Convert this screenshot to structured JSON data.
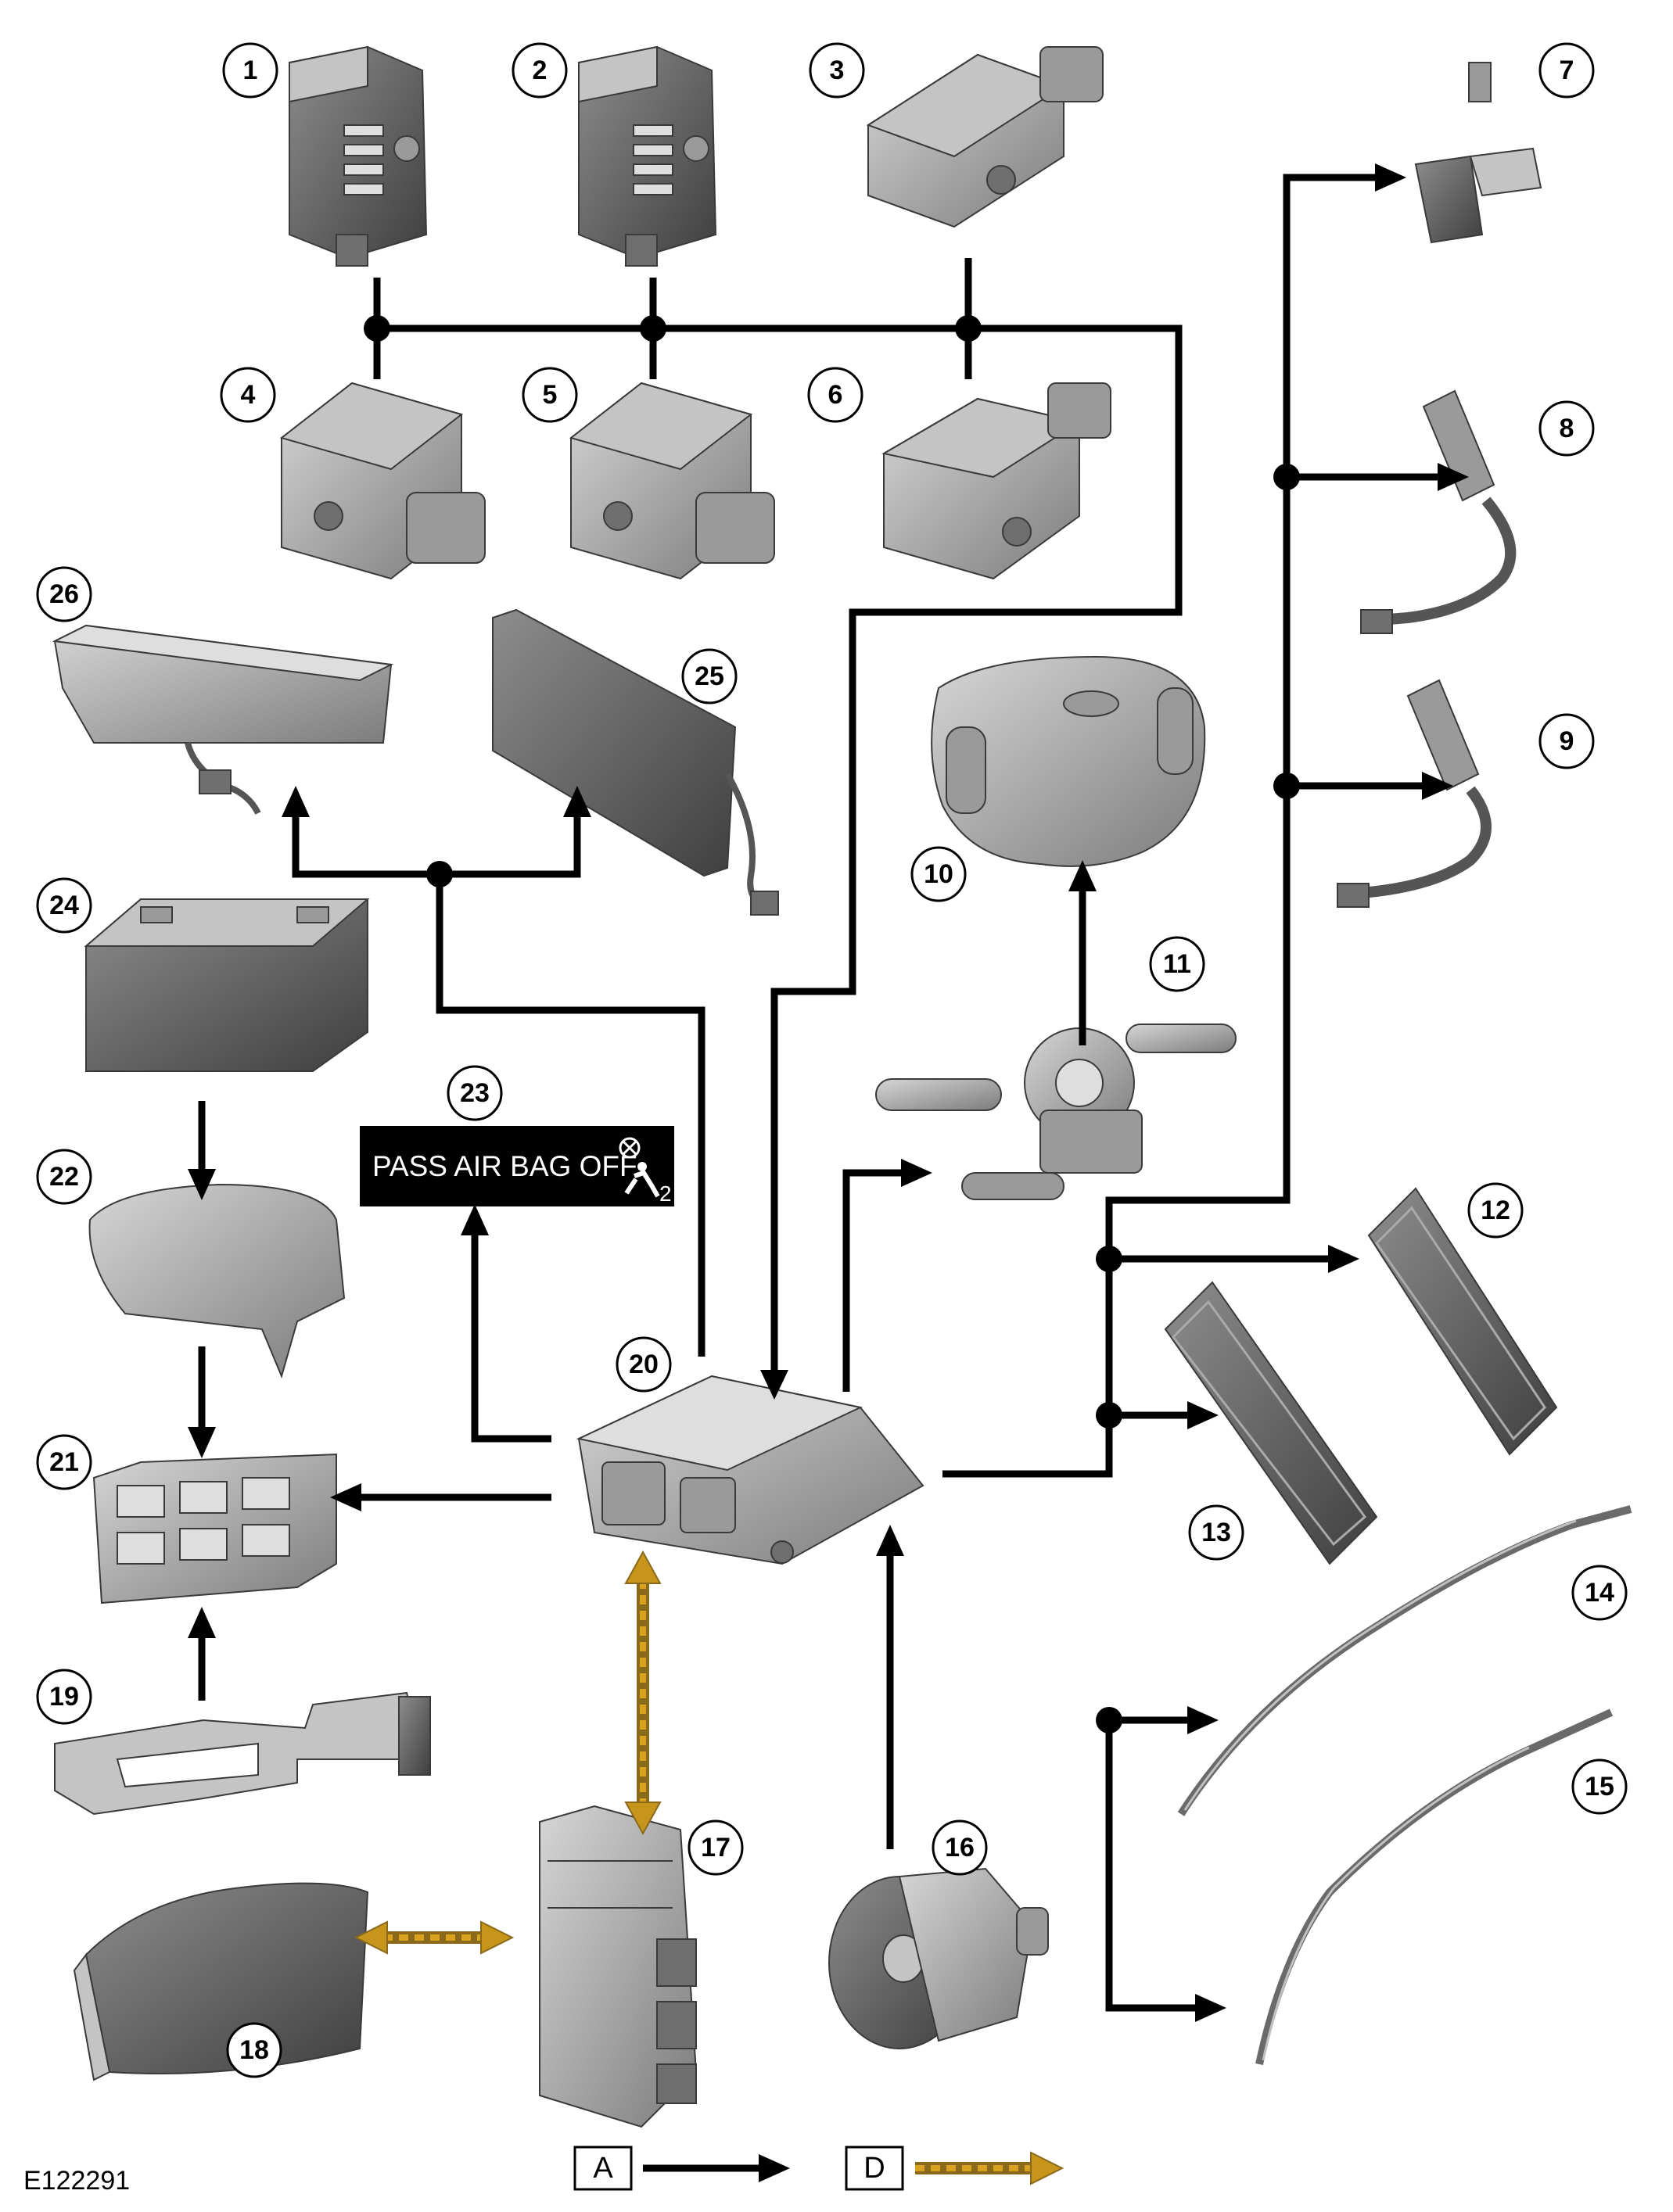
{
  "figure_id": "E122291",
  "indicator_label": "PASS  AIR BAG  OFF",
  "indicator_subscript": "2",
  "callouts": [
    "1",
    "2",
    "3",
    "4",
    "5",
    "6",
    "7",
    "8",
    "9",
    "10",
    "11",
    "12",
    "13",
    "14",
    "15",
    "16",
    "17",
    "18",
    "19",
    "20",
    "21",
    "22",
    "23",
    "24",
    "25",
    "26"
  ],
  "legend": [
    {
      "key": "A",
      "line_style": "solid-black-arrow"
    },
    {
      "key": "D",
      "line_style": "dashed-gold-arrow"
    }
  ],
  "colors": {
    "wire": "#000000",
    "diagnostic_line": "#d9a21e",
    "indicator_background": "#000000",
    "component_grey": "#9a9a9a"
  }
}
